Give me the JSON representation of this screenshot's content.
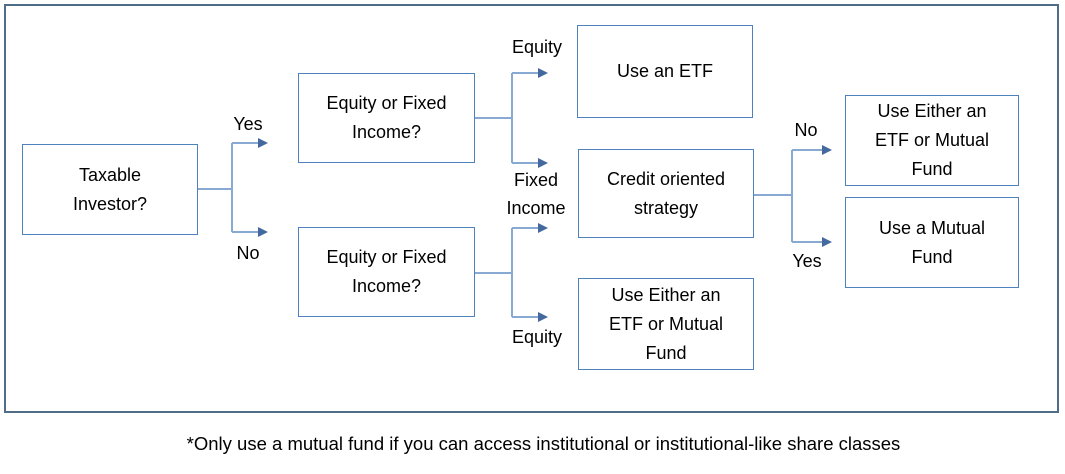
{
  "nodes": {
    "taxable": "Taxable\nInvestor?",
    "equity_or_fixed_top": "Equity or Fixed\nIncome?",
    "equity_or_fixed_bottom": "Equity or Fixed\nIncome?",
    "use_etf": "Use an ETF",
    "credit_strategy": "Credit oriented\nstrategy",
    "either_etf_mutual_mid": "Use Either an\nETF or Mutual\nFund",
    "either_etf_mutual_right": "Use Either an\nETF or Mutual\nFund",
    "use_mutual": "Use a Mutual\nFund"
  },
  "edge_labels": {
    "yes_left": "Yes",
    "no_left": "No",
    "equity_top": "Equity",
    "fixed_income": "Fixed\nIncome",
    "equity_bottom": "Equity",
    "no_right": "No",
    "yes_right": "Yes"
  },
  "footnote": "*Only use a mutual fund if you can access institutional or institutional-like share classes",
  "colors": {
    "box_border": "#4f81bd",
    "connector_line": "#88aad2",
    "arrowhead": "#44699e",
    "frame_border": "#4f6d87",
    "text": "#000000"
  }
}
